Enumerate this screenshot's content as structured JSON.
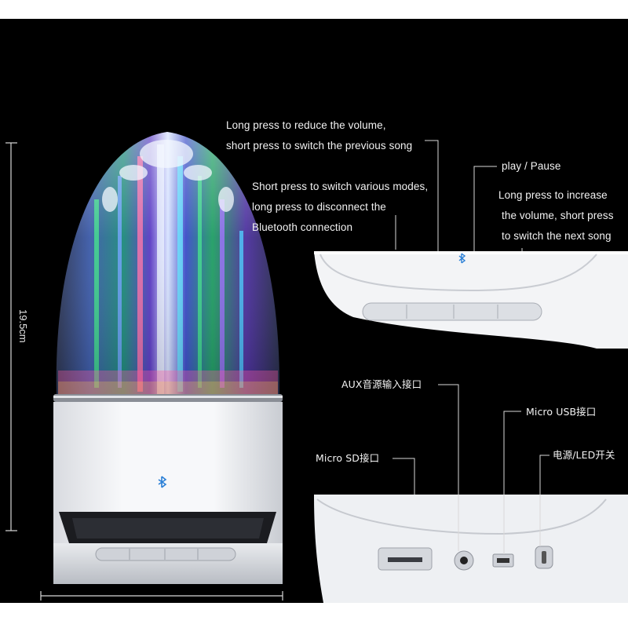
{
  "dimension": {
    "height": "19.5cm"
  },
  "callouts_top": [
    {
      "id": "prev",
      "lines": [
        "Long press to reduce the volume,",
        "short press to switch the previous song"
      ]
    },
    {
      "id": "mode",
      "lines": [
        "Short press to switch various modes,",
        "long press to disconnect the",
        "Bluetooth connection"
      ]
    },
    {
      "id": "play",
      "lines": [
        "play / Pause"
      ]
    },
    {
      "id": "next",
      "lines": [
        "Long press to increase",
        "the volume, short press",
        "to switch the next song"
      ]
    }
  ],
  "callouts_bottom": [
    {
      "id": "aux",
      "lines": [
        "AUX音源输入接口"
      ]
    },
    {
      "id": "usb",
      "lines": [
        "Micro  USB接口"
      ]
    },
    {
      "id": "sd",
      "lines": [
        "Micro  SD接口"
      ]
    },
    {
      "id": "power",
      "lines": [
        "电源/LED开关"
      ]
    }
  ],
  "colors": {
    "background": "#000000",
    "body": "#f1f2f4",
    "text": "#f2f2f2",
    "bluetooth": "#2a7fd6"
  },
  "icons": [
    "bluetooth-icon"
  ]
}
